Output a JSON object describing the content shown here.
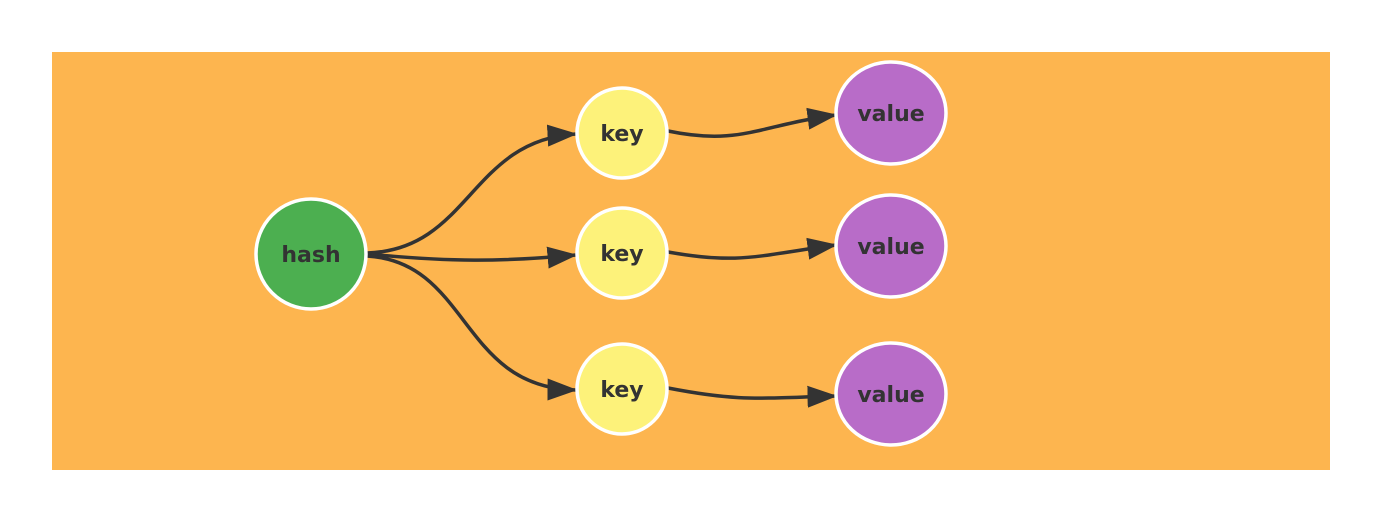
{
  "colors": {
    "background": "#fdb54f",
    "hash_fill": "#4caf50",
    "key_fill": "#fdf27a",
    "value_fill": "#b86cc8",
    "node_stroke": "#ffffff",
    "edge": "#333333",
    "label": "#333333"
  },
  "nodes": {
    "hash": {
      "label": "hash"
    },
    "keys": [
      {
        "label": "key"
      },
      {
        "label": "key"
      },
      {
        "label": "key"
      }
    ],
    "values": [
      {
        "label": "value"
      },
      {
        "label": "value"
      },
      {
        "label": "value"
      }
    ]
  },
  "edges": [
    {
      "from": "hash",
      "to": "key-1"
    },
    {
      "from": "hash",
      "to": "key-2"
    },
    {
      "from": "hash",
      "to": "key-3"
    },
    {
      "from": "key-1",
      "to": "value-1"
    },
    {
      "from": "key-2",
      "to": "value-2"
    },
    {
      "from": "key-3",
      "to": "value-3"
    }
  ]
}
